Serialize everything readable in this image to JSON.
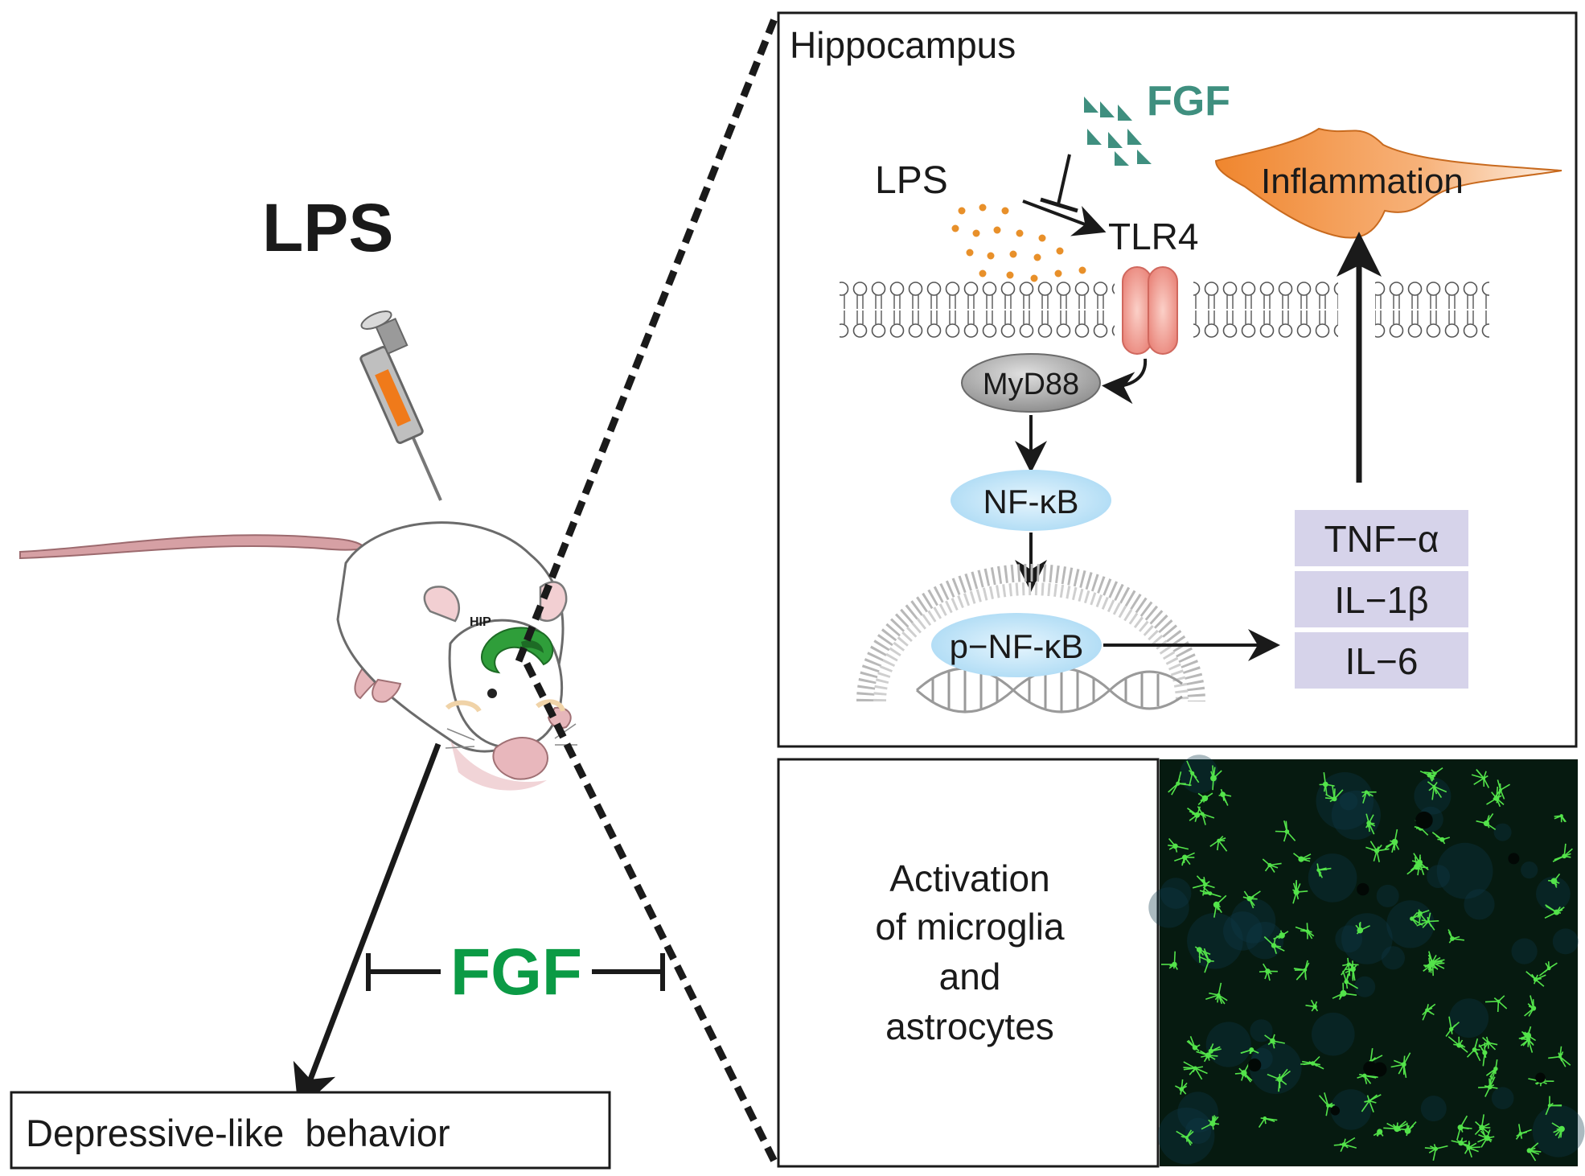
{
  "left": {
    "lps_label": "LPS",
    "hip_label": "HIP",
    "fgf_label": "FGF",
    "outcome_label": "Depressive-like  behavior"
  },
  "pathway": {
    "region_title": "Hippocampus",
    "fgf_label": "FGF",
    "lps_label": "LPS",
    "receptor_label": "TLR4",
    "inflammation_label": "Inflammation",
    "adaptor_label": "MyD88",
    "nfkb_label": "NF-κB",
    "pnfkb_label": "p−NF-κB",
    "cytokines": [
      "TNF−α",
      "IL−1β",
      "IL−6"
    ]
  },
  "activation": {
    "lines": [
      "Activation",
      "of microglia",
      "and",
      "astrocytes"
    ]
  },
  "colors": {
    "fgf_green": "#0b9a45",
    "fgf_teal": "#3f8f7f",
    "lps_dot": "#e8902a",
    "nfkb_fill": "#bfe3f7",
    "cytokine_fill": "#d6d3ea",
    "tlr4_fill": "#f3a29a",
    "hip_green": "#2f9e3a",
    "micro_green": "#53e34a"
  }
}
